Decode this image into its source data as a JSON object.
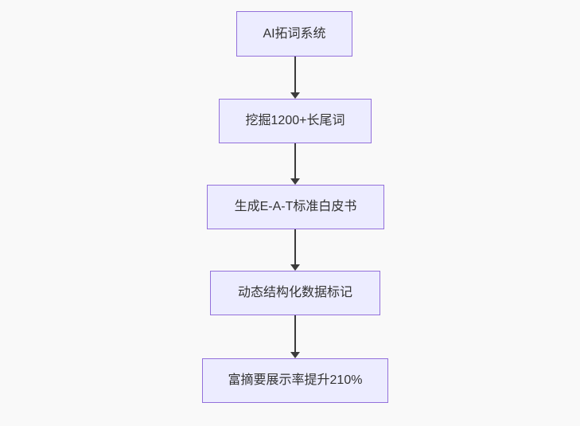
{
  "flowchart": {
    "direction": "top-down",
    "nodes": [
      {
        "id": "A",
        "label": "AI拓词系统"
      },
      {
        "id": "B",
        "label": "挖掘1200+长尾词"
      },
      {
        "id": "C",
        "label": "生成E-A-T标准白皮书"
      },
      {
        "id": "D",
        "label": "动态结构化数据标记"
      },
      {
        "id": "E",
        "label": "富摘要展示率提升210%"
      }
    ],
    "edges": [
      {
        "from": "A",
        "to": "B"
      },
      {
        "from": "B",
        "to": "C"
      },
      {
        "from": "C",
        "to": "D"
      },
      {
        "from": "D",
        "to": "E"
      }
    ],
    "colors": {
      "background": "#f9f9f9",
      "node_fill": "#ECECFF",
      "node_border": "#9370DB",
      "edge": "#3b3b3b",
      "text": "#333333"
    }
  }
}
